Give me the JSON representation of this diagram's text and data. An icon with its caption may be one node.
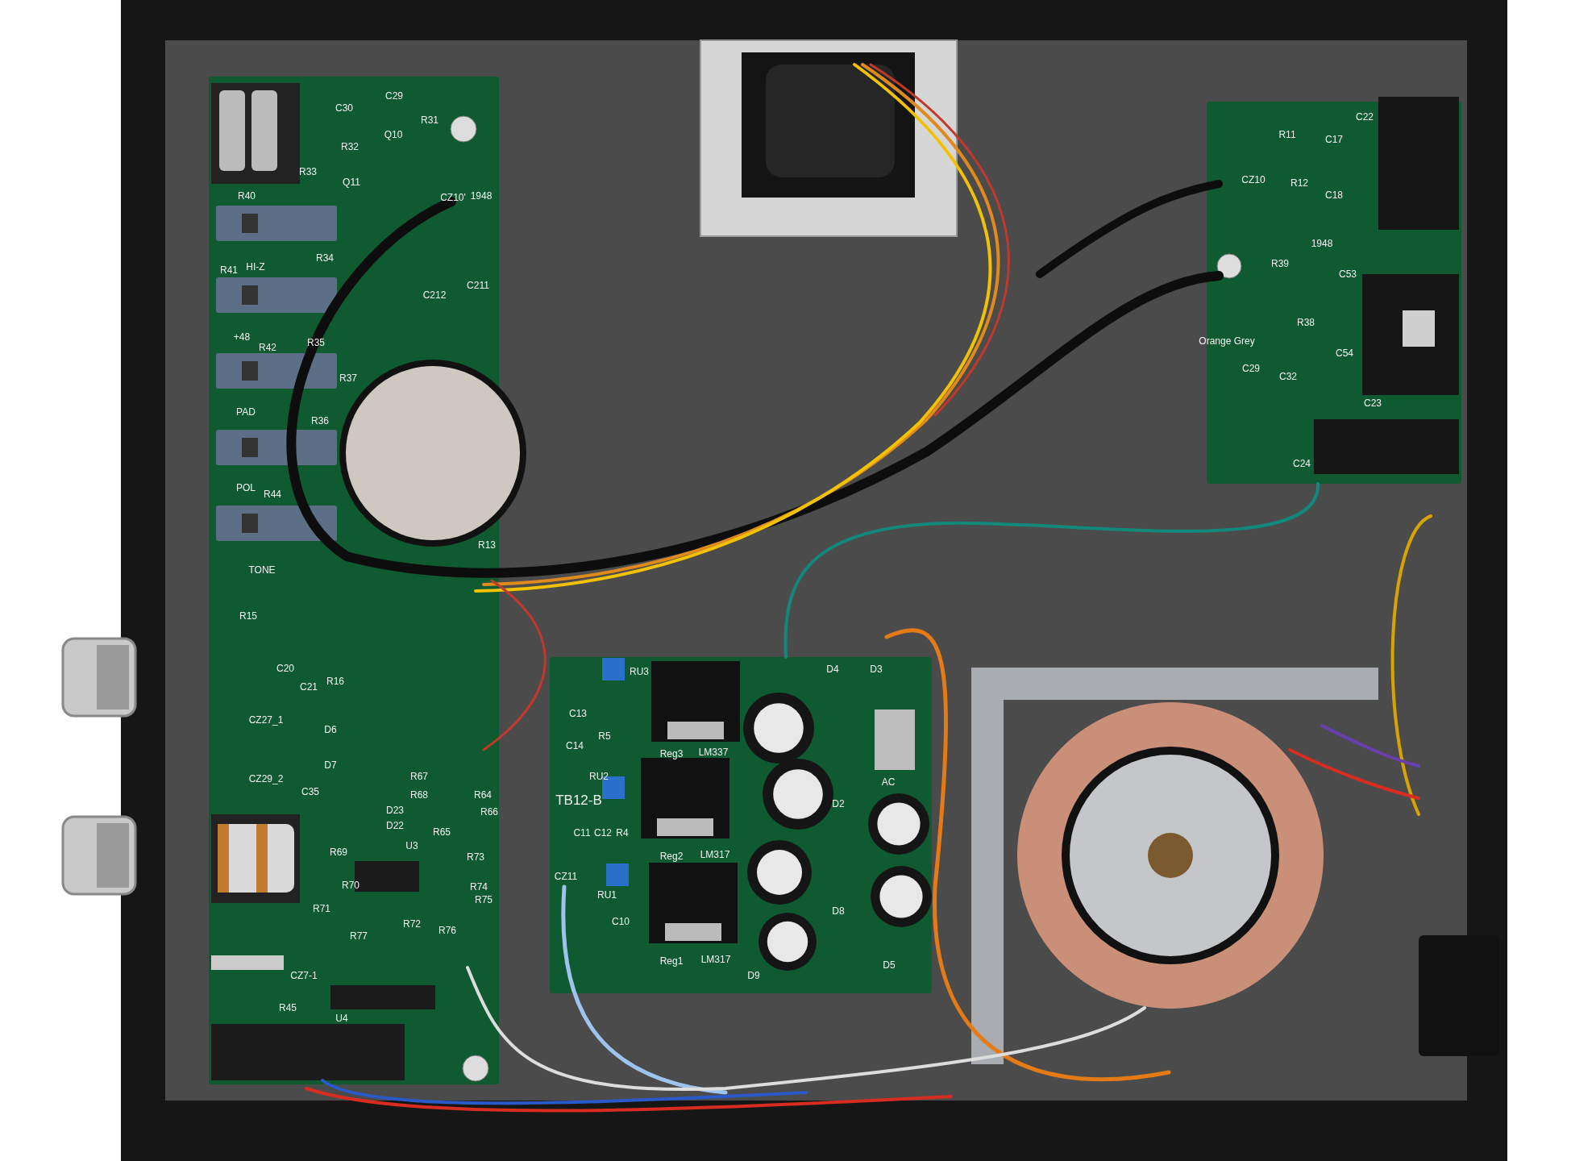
{
  "diagram": {
    "labels": [
      "C30",
      "C29",
      "R31",
      "R32",
      "Q10",
      "R33",
      "Q11",
      "R40",
      "CZ10'",
      "1948",
      "HI-Z",
      "R41",
      "R34",
      "C212",
      "C211",
      "+48",
      "R42",
      "R35",
      "R37",
      "R36",
      "PAD",
      "POL",
      "R44",
      "TONE",
      "R13",
      "R15",
      "C20",
      "C21",
      "R16",
      "CZ27_1",
      "CZ29_2",
      "D6",
      "D7",
      "C35",
      "R67",
      "R68",
      "R64",
      "D23",
      "R66",
      "D22",
      "R65",
      "U3",
      "R69",
      "R73",
      "R74",
      "R75",
      "R70",
      "R71",
      "R72",
      "R76",
      "R77",
      "CZ7-1",
      "U4",
      "R45",
      "C22",
      "R11",
      "C17",
      "CZ10",
      "R12",
      "C18",
      "1948",
      "R39",
      "C53",
      "R38",
      "Orange Grey",
      "C54",
      "C29",
      "C32",
      "C23",
      "C24",
      "RU3",
      "D4",
      "D3",
      "C13",
      "R5",
      "C14",
      "Reg3",
      "LM337",
      "RU2",
      "AC",
      "TB12-B",
      "D2",
      "C11",
      "C12",
      "R4",
      "Reg2",
      "LM317",
      "CZ11",
      "RU1",
      "D8",
      "C10",
      "Reg1",
      "LM317",
      "D9",
      "D5"
    ]
  }
}
